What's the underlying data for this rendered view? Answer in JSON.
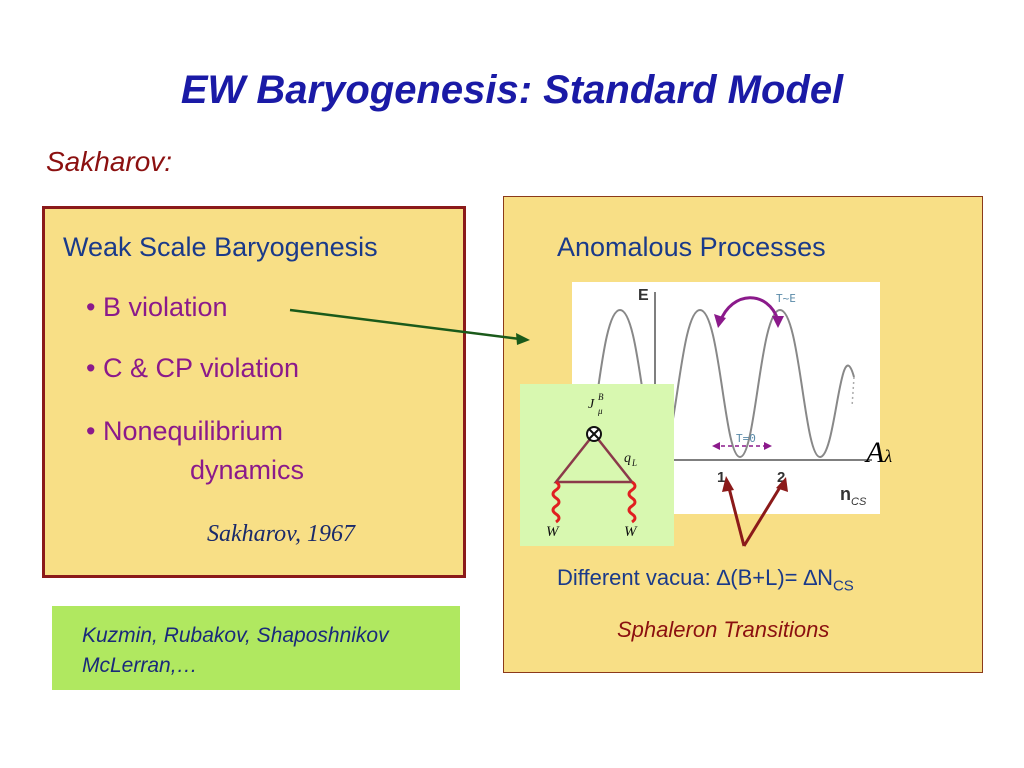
{
  "slide": {
    "title": "EW  Baryogenesis: Standard Model",
    "sakharov_label": "Sakharov:"
  },
  "left_box": {
    "heading": "Weak Scale Baryogenesis",
    "bullets": [
      "• B violation",
      "• C & CP violation",
      "• Nonequilibrium",
      "dynamics"
    ],
    "citation": "Sakharov, 1967"
  },
  "green_box": {
    "line1": "Kuzmin, Rubakov, Shaposhnikov",
    "line2": "McLerran,…"
  },
  "right_box": {
    "heading": "Anomalous Processes",
    "plot": {
      "y_label": "E",
      "x_label": "n",
      "x_label_sub": "CS",
      "tick_1": "1",
      "tick_2": "2",
      "t_e_label": "T~E",
      "t_zero_label": "T=0"
    },
    "feynman": {
      "current": "J",
      "current_sup": "B",
      "current_sub": "μ",
      "quark": "q",
      "quark_sub": "L",
      "boson_left": "W",
      "boson_right": "W"
    },
    "a_lambda": "A",
    "a_lambda_sub": "λ",
    "vacua_text": "Different vacua: ∆(B+L)= ∆N",
    "vacua_sub": "CS",
    "sphaleron": "Sphaleron Transitions"
  },
  "colors": {
    "title": "#1a1aa6",
    "box_fill": "#f8df86",
    "green_fill": "#b0e860",
    "bullet": "#8b1a8b",
    "accent_red": "#8b1010",
    "arrow_green": "#1a5a1a"
  }
}
